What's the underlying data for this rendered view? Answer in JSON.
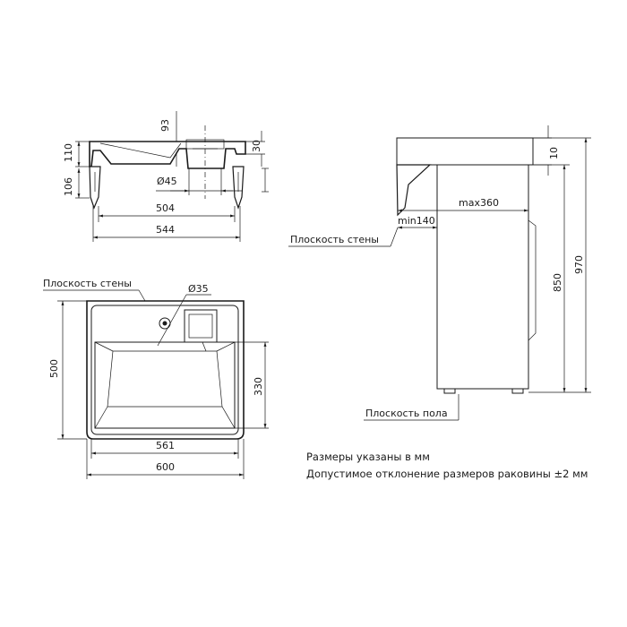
{
  "side_view": {
    "dim_93": "93",
    "dim_110": "110",
    "dim_30": "30",
    "dim_106": "106",
    "dim_d45": "Ø45",
    "dim_504": "504",
    "dim_544": "544"
  },
  "plan_view": {
    "wall_plane_label": "Плоскость стены",
    "dim_d35": "Ø35",
    "dim_500": "500",
    "dim_330": "330",
    "dim_561": "561",
    "dim_600": "600"
  },
  "machine_view": {
    "dim_10": "10",
    "dim_max360": "max360",
    "dim_min140": "min140",
    "wall_plane_label": "Плоскость стены",
    "dim_850": "850",
    "dim_970": "970",
    "floor_plane_label": "Плоскость пола"
  },
  "notes": {
    "line1": "Размеры указаны в мм",
    "line2": "Допустимое отклонение размеров раковины ±2 мм"
  },
  "colors": {
    "line": "#1a1a1a",
    "background": "#ffffff"
  }
}
